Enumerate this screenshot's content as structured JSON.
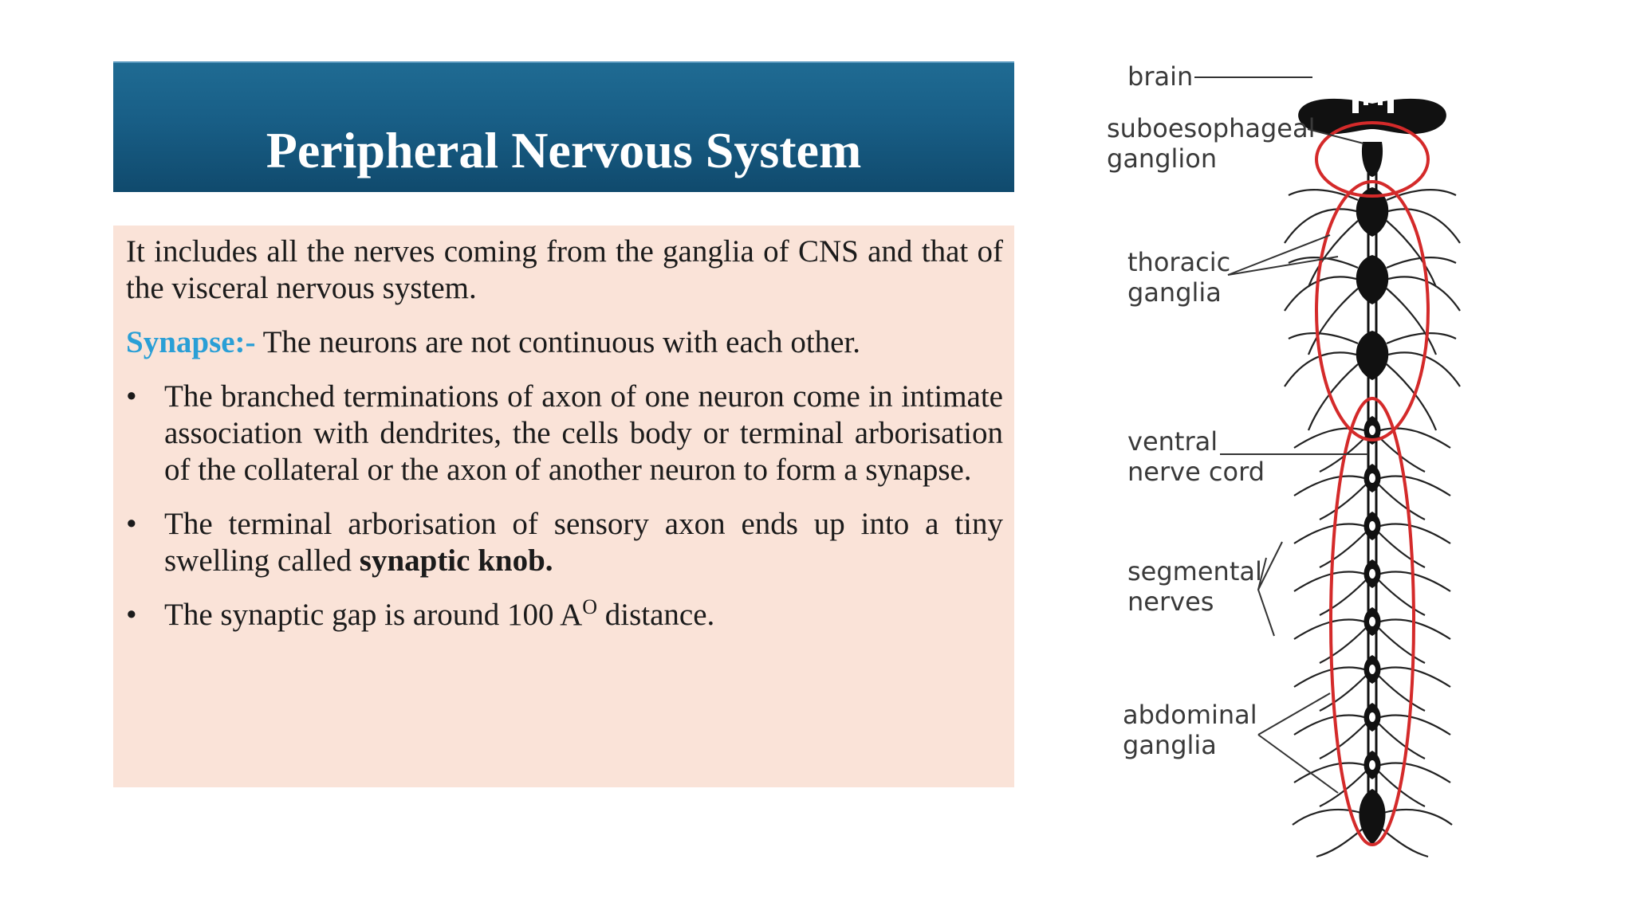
{
  "slide": {
    "title": "Peripheral Nervous System",
    "intro": "It includes all the nerves coming from the ganglia of CNS and that of the visceral nervous system.",
    "synapse_label": "Synapse:-",
    "synapse_text": " The neurons are not continuous with each other.",
    "bullet_glyph": "•",
    "bullet1": "The branched terminations of axon of one neuron come in intimate association with dendrites, the cells body or terminal arborisation of the collateral or the axon of another neuron to form a synapse.",
    "bullet2_pre": "The terminal arborisation of sensory axon ends up into a tiny swelling called ",
    "bullet2_bold": "synaptic knob.",
    "bullet3_pre": "The synaptic gap is around 100 A",
    "bullet3_sup": "O",
    "bullet3_post": " distance."
  },
  "figure": {
    "labels": {
      "brain": "brain",
      "subo_1": "suboesophageal",
      "subo_2": "ganglion",
      "thor_1": "thoracic",
      "thor_2": "ganglia",
      "vent_1": "ventral",
      "vent_2": "nerve cord",
      "seg_1": "segmental",
      "seg_2": "nerves",
      "abd_1": "abdominal",
      "abd_2": "ganglia"
    },
    "colors": {
      "outline": "#d42a2a",
      "nerve": "#111111",
      "label": "#3a3a3a"
    }
  },
  "colors": {
    "title_bar": "#185e86",
    "content_bg": "#fae3d8",
    "synapse_label": "#2a9fd6"
  }
}
